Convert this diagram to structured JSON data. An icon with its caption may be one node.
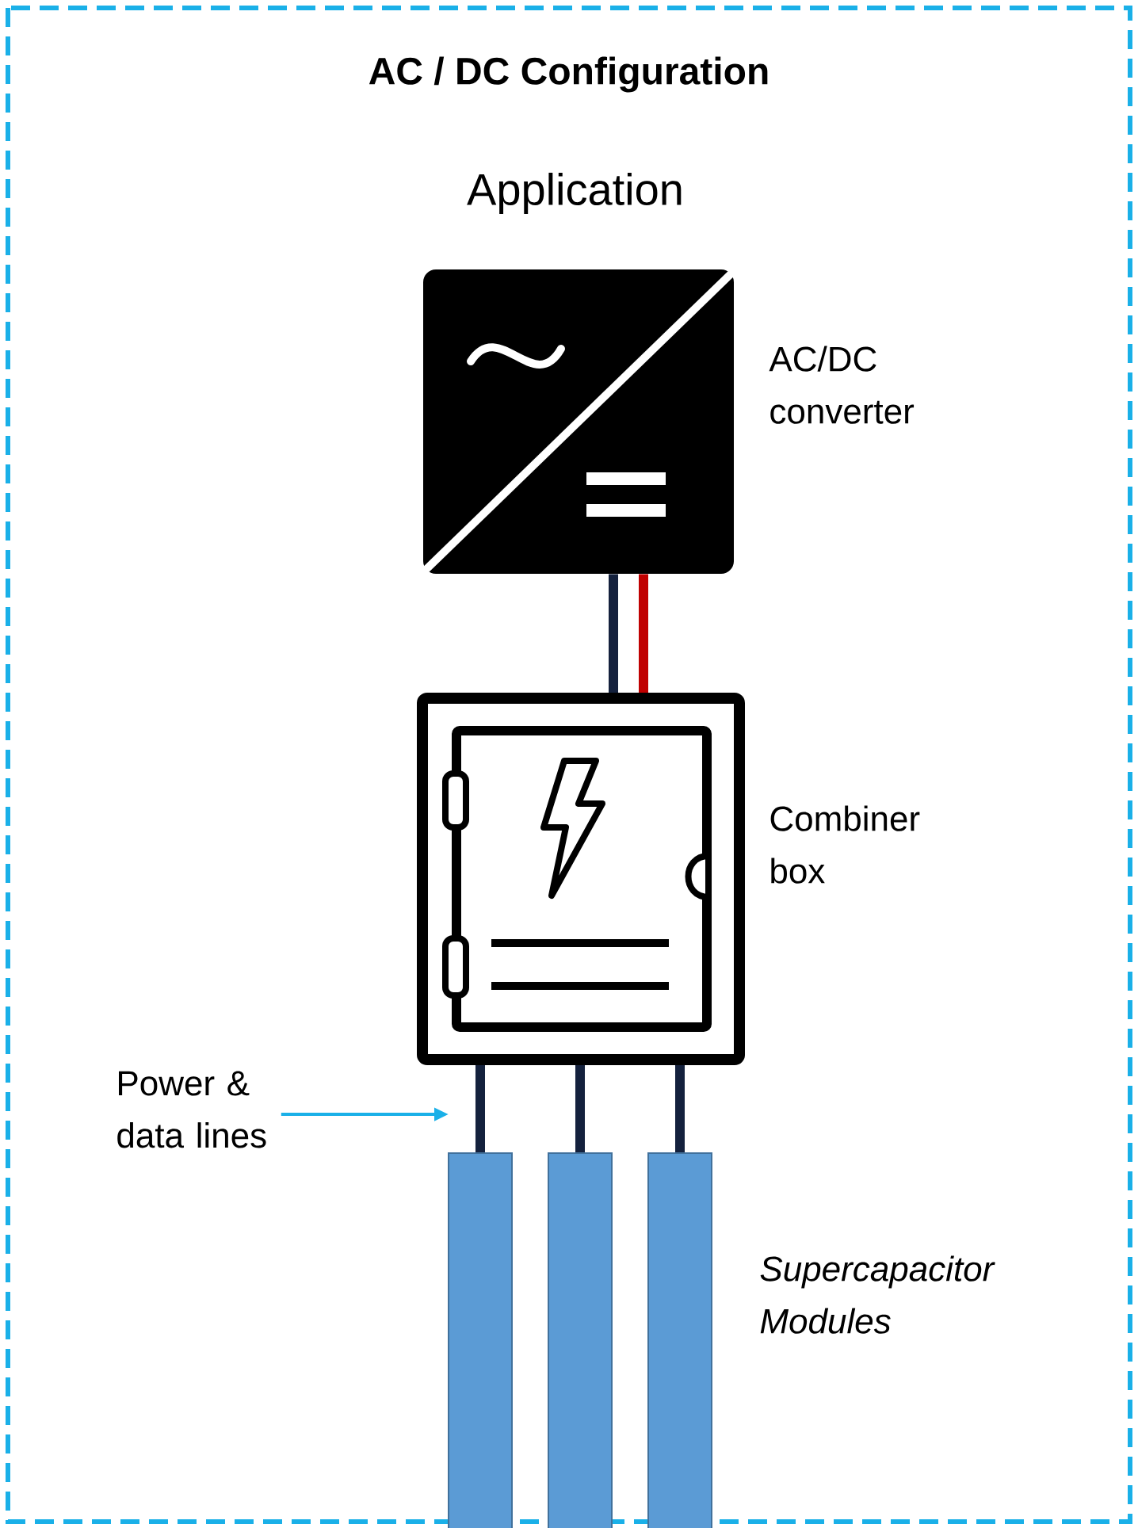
{
  "diagram": {
    "title": "AC / DC Configuration",
    "nodes": [
      {
        "text": [],
        "shape": "box",
        "beside": [
          "AC/DC converter"
        ]
      },
      {
        "text": [],
        "shape": "box",
        "beside": [
          "Combiner box"
        ]
      },
      {
        "text": [],
        "shape": "bar"
      },
      {
        "text": [],
        "shape": "bar"
      },
      {
        "text": [],
        "shape": "bar"
      },
      {
        "text": [
          "Power & data lines"
        ]
      }
    ],
    "edges": [
      {
        "from": 0,
        "to": 1,
        "arrow": "none"
      },
      {
        "from": 0,
        "to": 1,
        "arrow": "none",
        "color": "#c00000"
      },
      {
        "from": 1,
        "to": 2,
        "arrow": "none"
      },
      {
        "from": 1,
        "to": 3,
        "arrow": "none"
      },
      {
        "from": 1,
        "to": 4,
        "arrow": "none"
      },
      {
        "from": 5,
        "to": null,
        "arrow": "to",
        "color": "#1ab0e8"
      }
    ],
    "labels": [
      "Application",
      "Supercapacitor Modules"
    ]
  }
}
